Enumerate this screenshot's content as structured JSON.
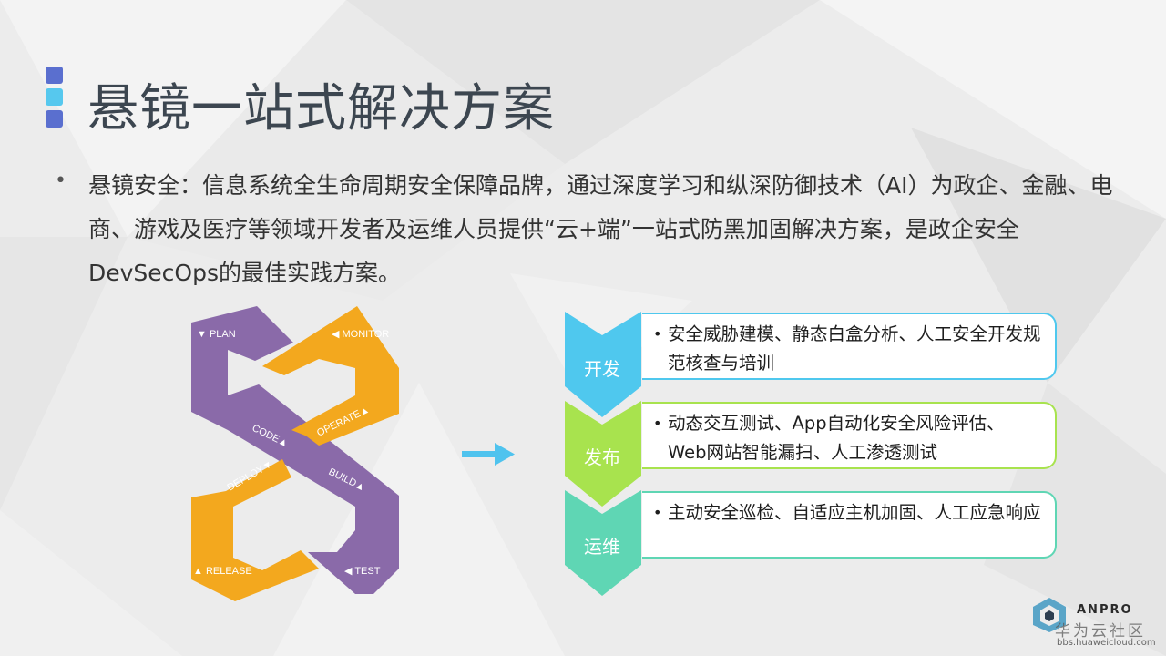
{
  "slide": {
    "title": "悬镜一站式解决方案",
    "bullet": "悬镜安全：信息系统全生命周期安全保障品牌，通过深度学习和纵深防御技术（AI）为政企、金融、电商、游戏及医疗等领域开发者及运维人员提供“云+端”一站式防黑加固解决方案，是政企安全DevSecOps的最佳实践方案。"
  },
  "devops_cycle": {
    "labels": {
      "plan": "▼ PLAN",
      "monitor": "◀ MONITOR",
      "operate": "OPERATE▲",
      "code": "CODE▲",
      "build": "BUILD▲",
      "deploy": "DEPLOY▼",
      "release": "▲ RELEASE",
      "test": "◀ TEST"
    },
    "colors": {
      "purple": "#8a6aa9",
      "orange": "#f3a81e"
    }
  },
  "stages": [
    {
      "label": "开发",
      "color": "#4fc8ee",
      "items": "安全威胁建模、静态白盒分析、人工安全开发规范核查与培训"
    },
    {
      "label": "发布",
      "color": "#a8e34e",
      "items": "动态交互测试、App自动化安全风险评估、Web网站智能漏扫、人工渗透测试"
    },
    {
      "label": "运维",
      "color": "#5fd6b4",
      "items": "主动安全巡检、自适应主机加固、人工应急响应"
    }
  ],
  "arrow_color": "#4fc3ee",
  "brand": {
    "name": "ANPRO",
    "watermark_cn": "华为云社区",
    "url": "bbs.huaweicloud.com"
  }
}
